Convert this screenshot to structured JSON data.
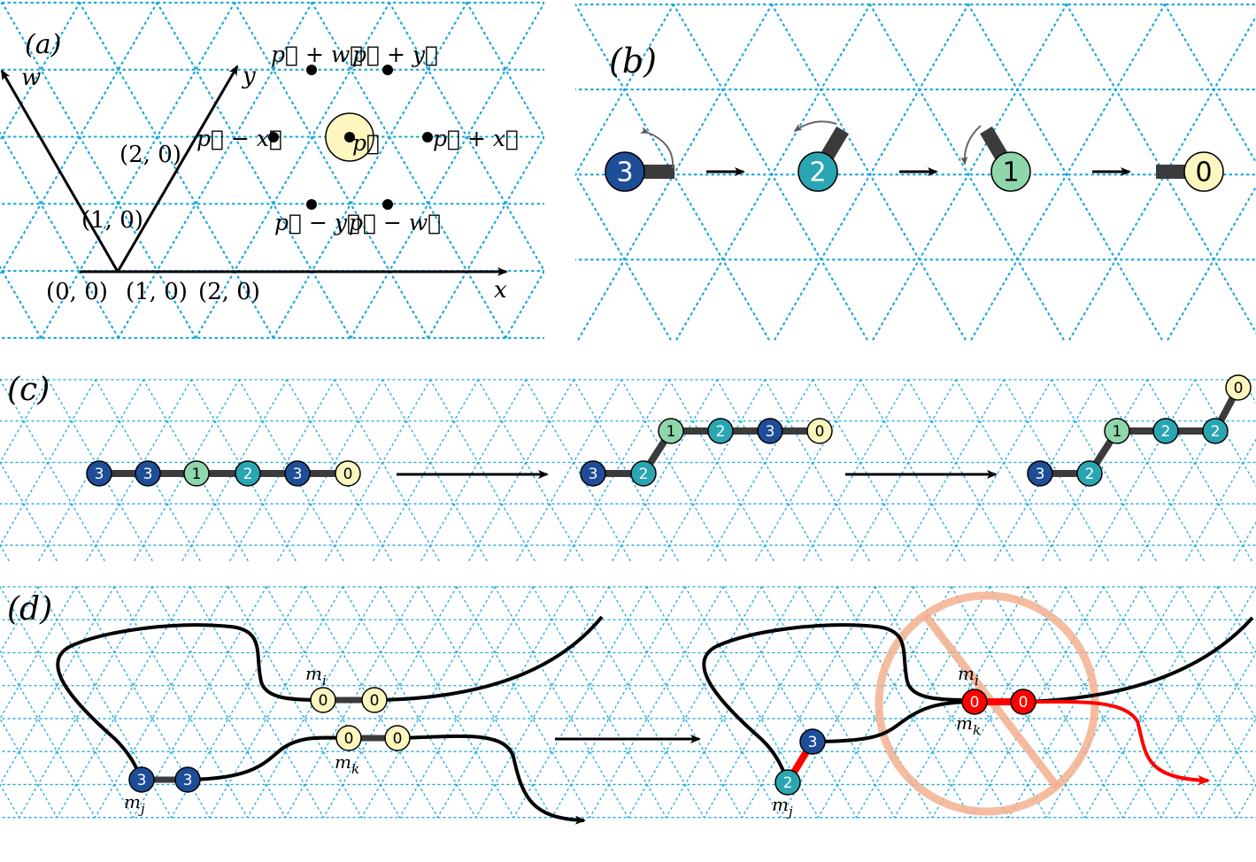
{
  "colors": {
    "grid": "#1aa8dc",
    "state3": "#1f4e99",
    "state2": "#2aa6b3",
    "state1": "#8fd6ab",
    "state0": "#fdf6bf",
    "bond": "#3b3b3b",
    "forbidden_bond": "#ff0000",
    "forbidden_circle": "#f5b08f"
  },
  "panel_a": {
    "label": "(a)",
    "axis_w": "w",
    "axis_y": "y",
    "axis_x": "x",
    "coords": [
      "(0, 0)",
      "(1, 0)",
      "(2, 0)",
      "(1, 0)",
      "(2, 0)"
    ],
    "neighbors": [
      "p⃗ + w⃗",
      "p⃗ + y⃗",
      "p⃗ − x⃗",
      "p⃗",
      "p⃗ + x⃗",
      "p⃗ − y⃗",
      "p⃗ − w⃗"
    ]
  },
  "panel_b": {
    "label": "(b)",
    "states": [
      "3",
      "2",
      "1",
      "0"
    ]
  },
  "panel_c": {
    "label": "(c)",
    "chain1": [
      "3",
      "3",
      "1",
      "2",
      "3",
      "0"
    ],
    "chain2": [
      "3",
      "2",
      "1",
      "2",
      "3",
      "0"
    ],
    "chain3": [
      "3",
      "2",
      "1",
      "2",
      "2",
      "0"
    ]
  },
  "panel_d": {
    "label": "(d)",
    "left_nodes": [
      "0",
      "0",
      "0",
      "0",
      "3",
      "3"
    ],
    "right_nodes": [
      "0",
      "0",
      "3",
      "2"
    ],
    "label_mi": "m",
    "label_mi_sub": "i",
    "label_mk": "m",
    "label_mk_sub": "k",
    "label_mj": "m",
    "label_mj_sub": "j"
  }
}
